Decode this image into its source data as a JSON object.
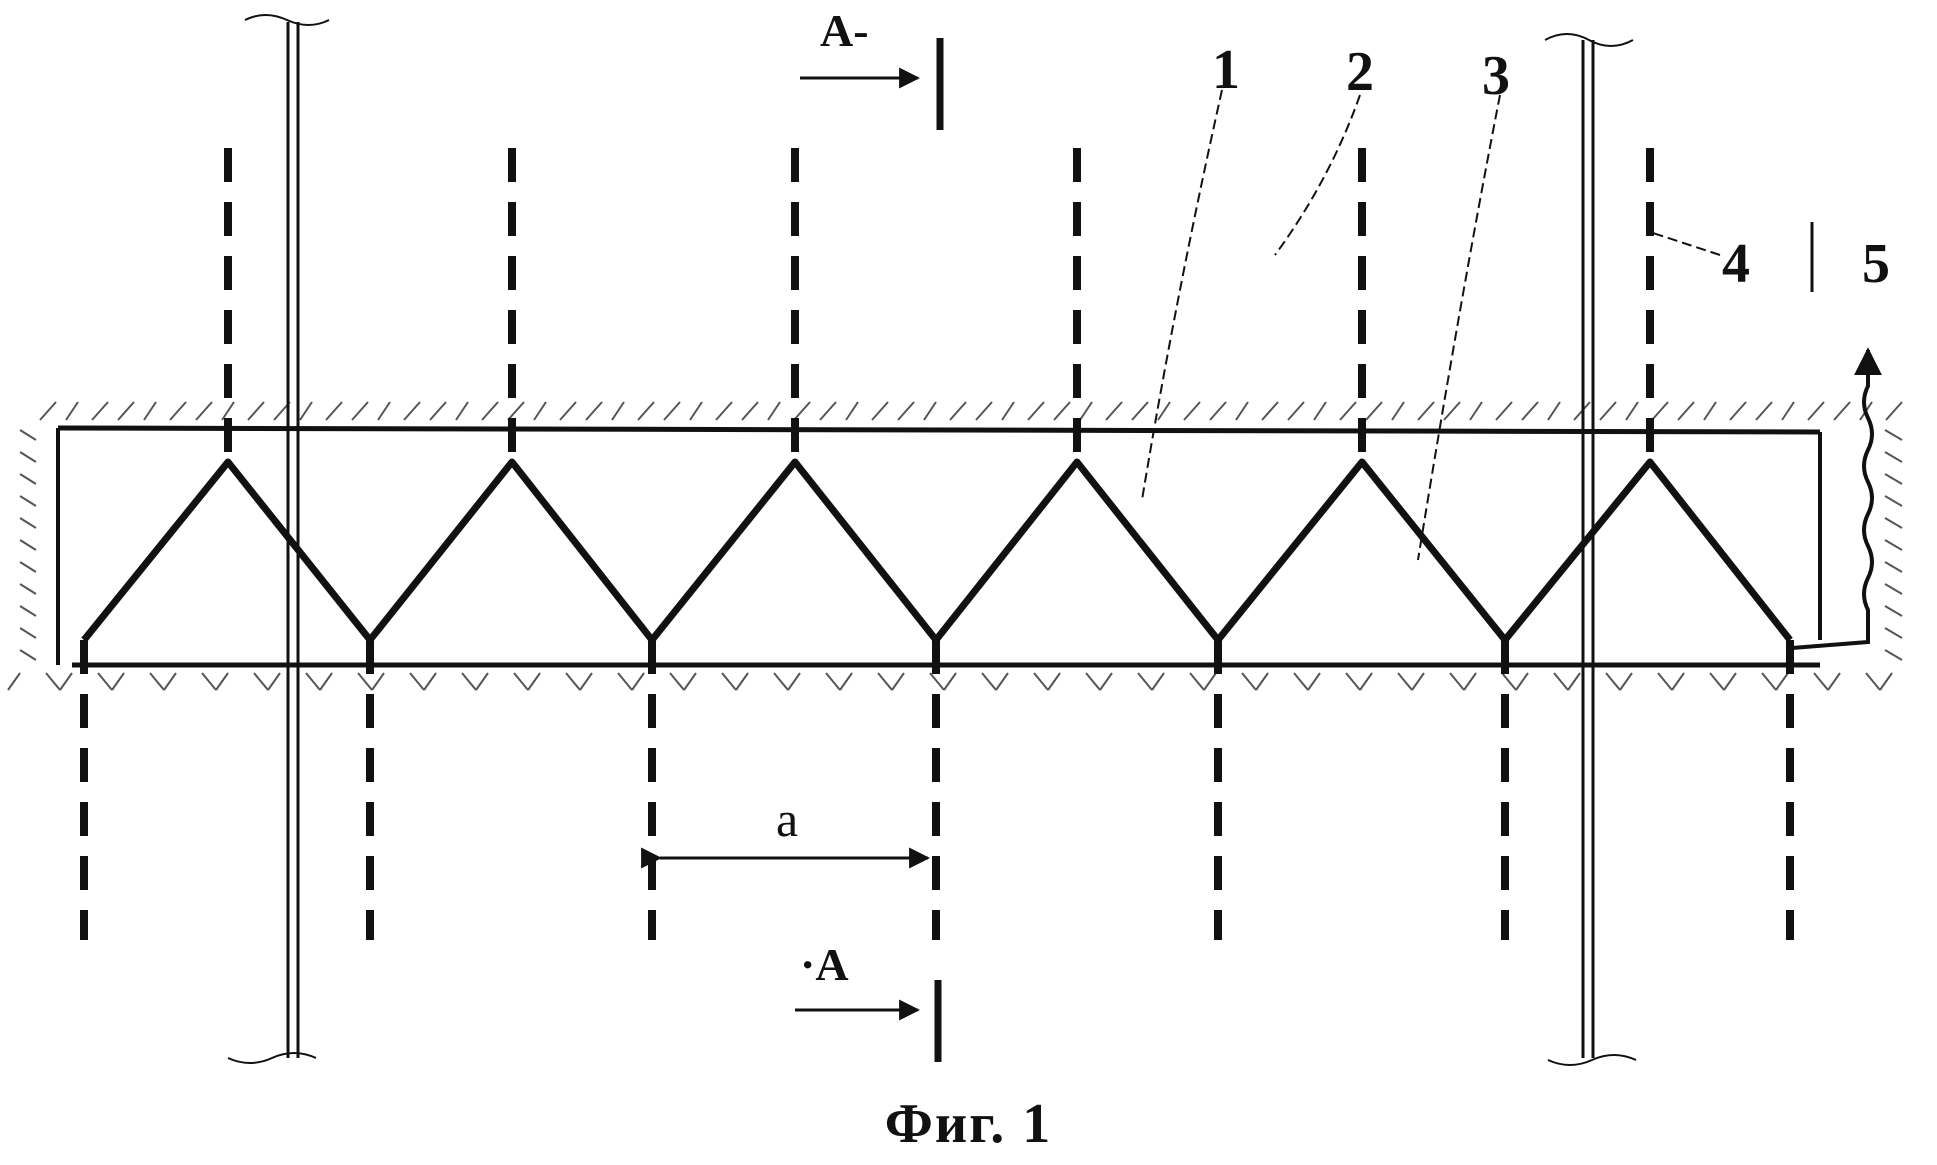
{
  "figure": {
    "caption": "Фиг. 1",
    "labels": {
      "ref_1": "1",
      "ref_2": "2",
      "ref_3": "3",
      "ref_4": "4",
      "ref_5": "5",
      "section_top": "А-",
      "section_bottom": "·А",
      "dimension": "a"
    },
    "colors": {
      "ink": "#111111",
      "hatch": "#555555"
    }
  }
}
